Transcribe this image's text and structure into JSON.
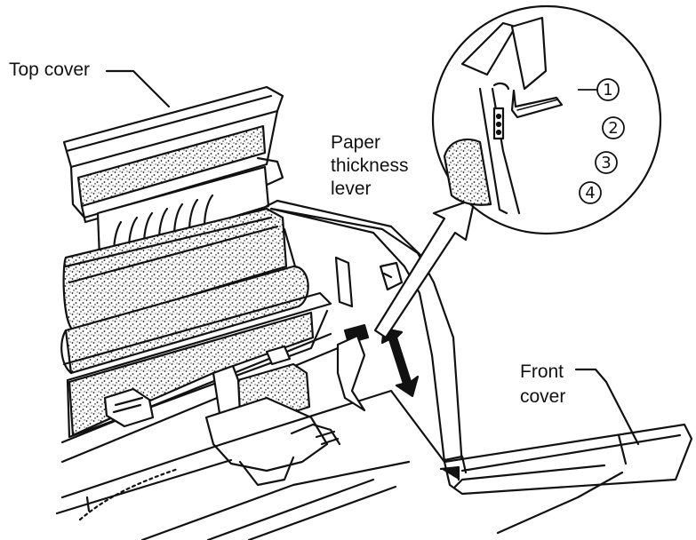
{
  "labels": {
    "top_cover": "Top cover",
    "paper_thickness_1": "Paper",
    "paper_thickness_2": "thickness",
    "paper_thickness_3": "lever",
    "front_cover_1": "Front",
    "front_cover_2": "cover"
  },
  "positions": [
    "1",
    "2",
    "3",
    "4"
  ],
  "colors": {
    "ink": "#111111",
    "paper": "#ffffff"
  }
}
